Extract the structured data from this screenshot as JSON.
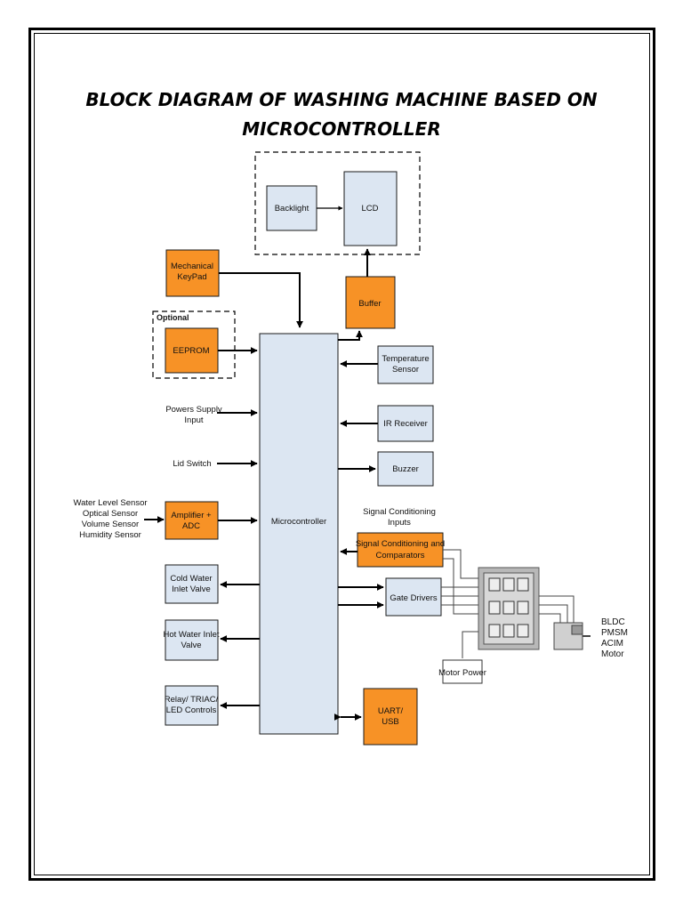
{
  "title_line1": "BLOCK DIAGRAM OF WASHING MACHINE BASED ON",
  "title_line2": "MICROCONTROLLER",
  "optional_label": "Optional",
  "blocks": {
    "backlight": "Backlight",
    "lcd": "LCD",
    "mechanical_keypad": [
      "Mechanical",
      "KeyPad"
    ],
    "buffer": "Buffer",
    "eeprom": "EEPROM",
    "temperature_sensor": [
      "Temperature",
      "Sensor"
    ],
    "microcontroller": "Microcontroller",
    "ir_receiver": "IR Receiver",
    "buzzer": "Buzzer",
    "amplifier_adc": [
      "Amplifier +",
      "ADC"
    ],
    "signal_conditioning": [
      "Signal Conditioning and",
      "Comparators"
    ],
    "cold_water_valve": [
      "Cold Water",
      "Inlet Valve"
    ],
    "gate_drivers": "Gate Drivers",
    "hot_water_valve": [
      "Hot Water Inlet",
      "Valve"
    ],
    "relay_controls": [
      "Relay/ TRIAC/",
      "LED Controls"
    ],
    "uart_usb": [
      "UART/",
      "USB"
    ],
    "motor_power": "Motor Power"
  },
  "inputs": {
    "power_supply": [
      "Powers Supply",
      "Input"
    ],
    "lid_switch": "Lid Switch",
    "sensors": [
      "Water Level Sensor",
      "Optical Sensor",
      "Volume Sensor",
      "Humidity Sensor"
    ],
    "signal_conditioning_inputs": [
      "Signal Conditioning",
      "Inputs"
    ]
  },
  "motor_label": [
    "BLDC",
    "PMSM",
    "ACIM",
    "Motor"
  ],
  "colors": {
    "block_fill": "#dce6f2",
    "accent_fill": "#f79226"
  }
}
